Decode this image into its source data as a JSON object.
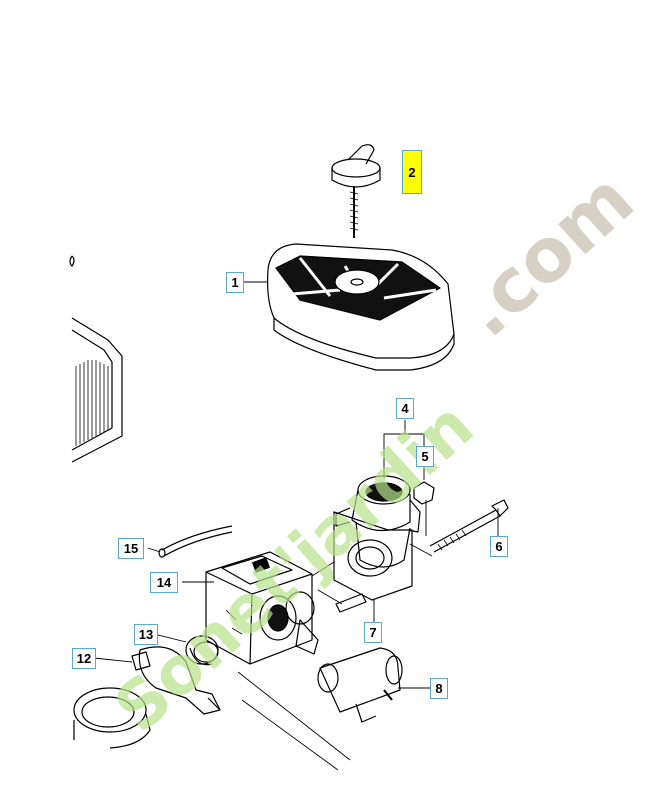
{
  "watermark": {
    "text_green": "Sonet'jardin",
    "text_grey": ".com"
  },
  "callouts": [
    {
      "id": "1",
      "label": "1",
      "highlighted": false
    },
    {
      "id": "2",
      "label": "2",
      "highlighted": true
    },
    {
      "id": "4",
      "label": "4",
      "highlighted": false
    },
    {
      "id": "5",
      "label": "5",
      "highlighted": false
    },
    {
      "id": "6",
      "label": "6",
      "highlighted": false
    },
    {
      "id": "7",
      "label": "7",
      "highlighted": false
    },
    {
      "id": "8",
      "label": "8",
      "highlighted": false
    },
    {
      "id": "12",
      "label": "12",
      "highlighted": false
    },
    {
      "id": "13",
      "label": "13",
      "highlighted": false
    },
    {
      "id": "14",
      "label": "14",
      "highlighted": false
    },
    {
      "id": "15",
      "label": "15",
      "highlighted": false
    }
  ],
  "colors": {
    "highlight": "#ffff00",
    "callout_border": "#5aa8d6",
    "watermark_green": "#b6e28a",
    "watermark_grey": "#cfc8bc"
  }
}
